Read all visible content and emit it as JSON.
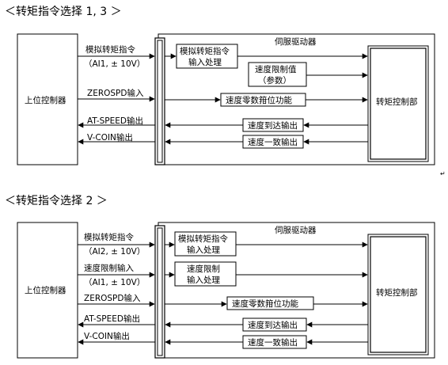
{
  "diagram1": {
    "title": "＜转矩指令选择 1, 3 ＞",
    "host": "上位控制器",
    "servo": "伺服驱动器",
    "analog_cmd": "模拟转矩指令",
    "analog_ch": "（AI1, ± 10V）",
    "zerospd": "ZEROSPD输入",
    "at_speed": "AT-SPEED输出",
    "v_coin": "V-COIN输出",
    "proc_l1": "模拟转矩指令",
    "proc_l2": "输入处理",
    "limit_l1": "速度限制值",
    "limit_l2": "（参数）",
    "zero_clamp": "速度零数箝位功能",
    "reach_out": "速度到达输出",
    "coin_out": "速度一致输出",
    "torque_ctrl": "转矩控制部"
  },
  "diagram2": {
    "title": "＜转矩指令选择 2 ＞",
    "host": "上位控制器",
    "servo": "伺服驱动器",
    "analog_cmd": "模拟转矩指令",
    "analog_ch": "（AI2, ± 10V）",
    "limit_in": "速度限制输入",
    "limit_ch": "（AI1, ± 10V）",
    "zerospd": "ZEROSPD输入",
    "at_speed": "AT-SPEED输出",
    "v_coin": "V-COIN输出",
    "proc_l1": "模拟转矩指令",
    "proc_l2": "输入处理",
    "limit_l1": "速度限制",
    "limit_l2": "输入处理",
    "zero_clamp": "速度零数箝位功能",
    "reach_out": "速度到达输出",
    "coin_out": "速度一致输出",
    "torque_ctrl": "转矩控制部"
  }
}
